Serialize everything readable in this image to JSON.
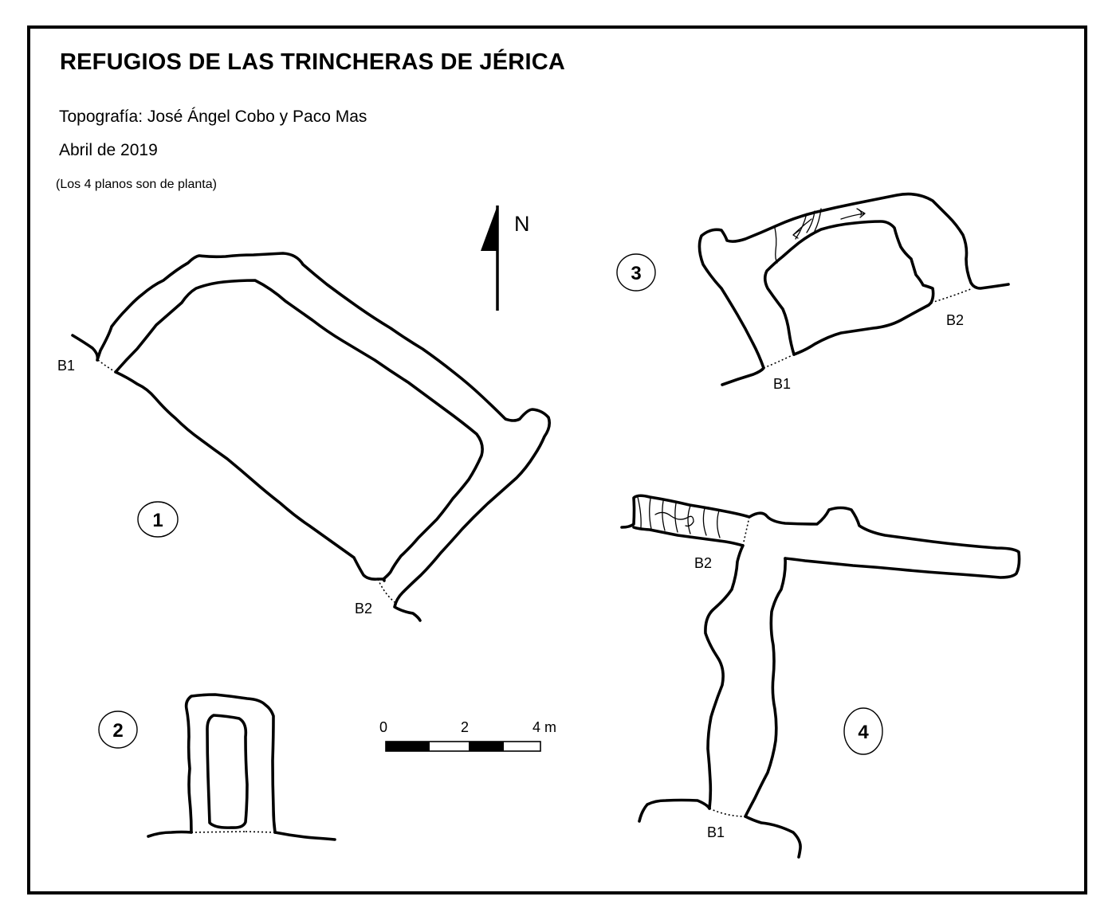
{
  "header": {
    "title": "REFUGIOS DE LAS TRINCHERAS DE JÉRICA",
    "credits": "Topografía:  José Ángel Cobo y Paco Mas",
    "date": "Abril de 2019",
    "note": "(Los 4 planos son de planta)"
  },
  "north_arrow": {
    "label": "N",
    "icon": "north-arrow-icon"
  },
  "scale_bar": {
    "labels": [
      "0",
      "2",
      "4 m"
    ]
  },
  "plans": [
    {
      "number": "1",
      "entrances": [
        "B1",
        "B2"
      ]
    },
    {
      "number": "2",
      "entrances": []
    },
    {
      "number": "3",
      "entrances": [
        "B1",
        "B2"
      ]
    },
    {
      "number": "4",
      "entrances": [
        "B1",
        "B2"
      ]
    }
  ]
}
